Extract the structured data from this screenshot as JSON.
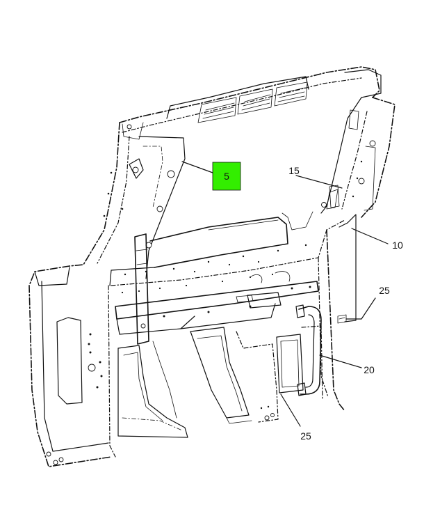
{
  "callouts": [
    {
      "id": "5",
      "label": "5",
      "highlighted": true
    },
    {
      "id": "10",
      "label": "10",
      "highlighted": false
    },
    {
      "id": "15",
      "label": "15",
      "highlighted": false
    },
    {
      "id": "20",
      "label": "20",
      "highlighted": false
    },
    {
      "id": "25a",
      "label": "25",
      "highlighted": false
    },
    {
      "id": "25b",
      "label": "25",
      "highlighted": false
    }
  ],
  "colors": {
    "highlight": "#33ee00",
    "ink": "#111111",
    "background": "#ffffff"
  }
}
